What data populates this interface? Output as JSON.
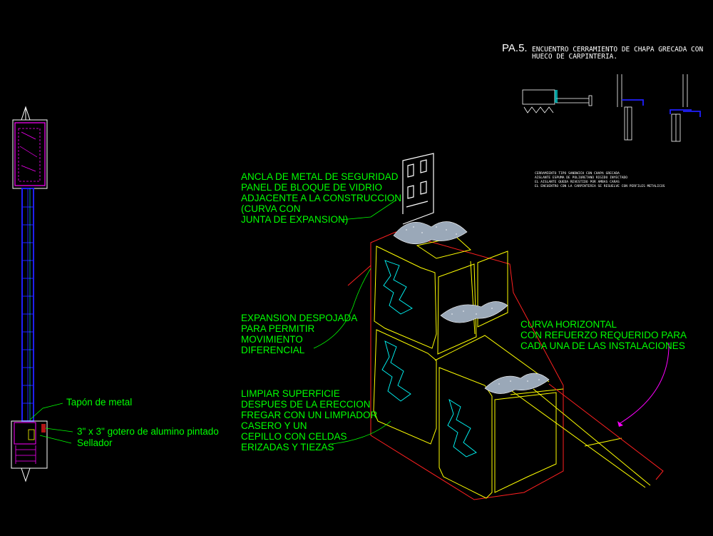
{
  "title": {
    "code": "PA.5.",
    "line1": "ENCUENTRO CERRAMIENTO DE CHAPA GRECADA CON",
    "line2": "HUECO DE CARPINTERIA."
  },
  "notes": [
    "CERRAMIENTO TIPO SANDWICH CON CHAPA GRECADA",
    "AISLANTE ESPUMA DE POLIURETANO RIGIDO INYECTADO",
    "EL AISLANTE QUEDA REVESTIDO POR AMBAS CARAS",
    "EL ENCUENTRO CON LA CARPINTERIA SE RESUELVE CON PERFILES METALICOS"
  ],
  "left_section": {
    "labels": {
      "cap": "Tapón de metal",
      "gutter": "3\" x 3\" gotero de alumino pintado",
      "sealant": "Sellador"
    }
  },
  "iso_labels": {
    "anchor": [
      "ANCLA DE METAL DE SEGURIDAD",
      "PANEL DE BLOQUE DE VIDRIO",
      "ADJACENTE A LA CONSTRUCCION",
      "(CURVA CON",
      "JUNTA DE EXPANSION)"
    ],
    "expansion": [
      "EXPANSION DESPOJADA",
      "PARA PERMITIR",
      "MOVIMIENTO",
      "DIFERENCIAL"
    ],
    "clean": [
      "LIMPIAR SUPERFICIE",
      "DESPUES DE LA ERECCION",
      "FREGAR CON UN LIMPIADOR",
      "CASERO Y UN",
      "CEPILLO CON CELDAS",
      "ERIZADAS Y TIEZAS"
    ],
    "curve": [
      "CURVA HORIZONTAL",
      "CON REFUERZO REQUERIDO PARA",
      "CADA UNA DE LAS INSTALACIONES"
    ]
  },
  "colors": {
    "background": "#000000",
    "label": "#00ff00",
    "block_outline": "#ffff00",
    "edge_red": "#ff2020",
    "glass_cyan": "#00ffff",
    "wall_blue": "#2020ff",
    "magenta": "#ff00ff",
    "white": "#ffffff"
  }
}
